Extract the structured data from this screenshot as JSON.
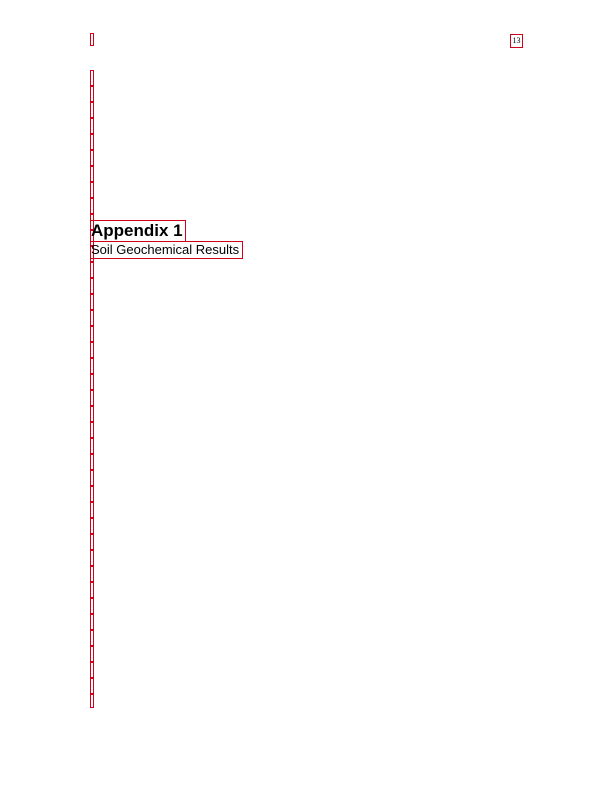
{
  "page": {
    "number": "13"
  },
  "appendix": {
    "title": "Appendix 1",
    "subtitle": "Soil Geochemical Results"
  },
  "annotation_color": "#d0021b"
}
